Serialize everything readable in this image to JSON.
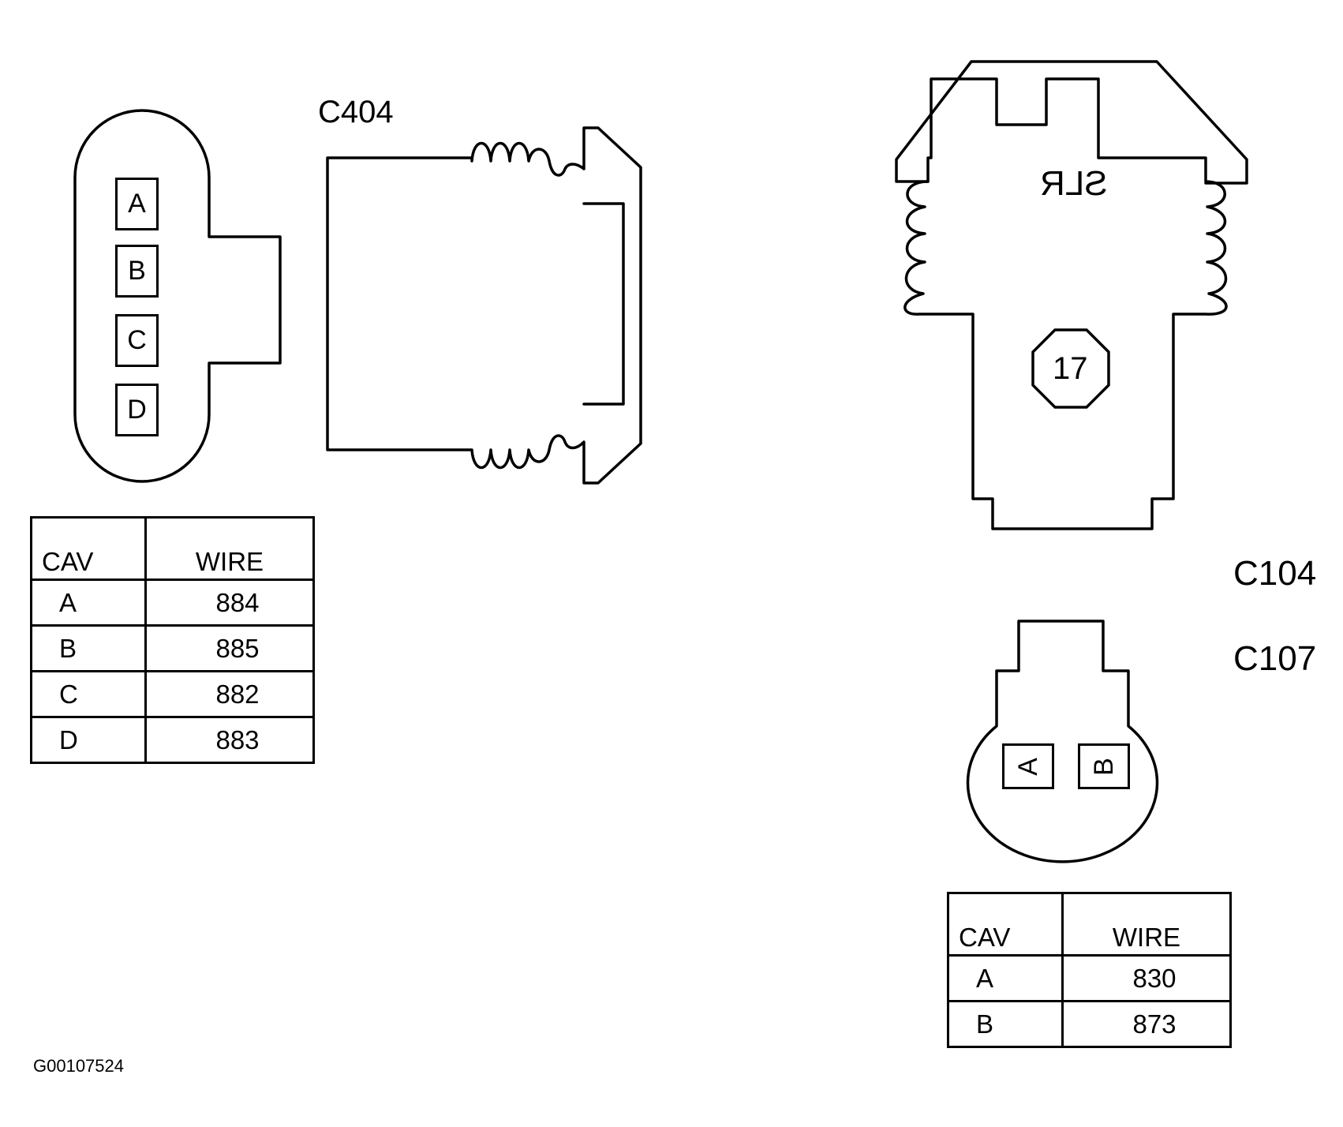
{
  "connectors": {
    "c404": {
      "label": "C404",
      "pins": [
        "A",
        "B",
        "C",
        "D"
      ],
      "table": {
        "headers": [
          "CAV",
          "WIRE"
        ],
        "rows": [
          {
            "cav": "A",
            "wire": "884"
          },
          {
            "cav": "B",
            "wire": "885"
          },
          {
            "cav": "C",
            "wire": "882"
          },
          {
            "cav": "D",
            "wire": "883"
          }
        ]
      }
    },
    "c104_c107": {
      "labels": [
        "C104",
        "C107"
      ],
      "marking": "SLR",
      "badge": "17",
      "pins": [
        "A",
        "B"
      ],
      "table": {
        "headers": [
          "CAV",
          "WIRE"
        ],
        "rows": [
          {
            "cav": "A",
            "wire": "830"
          },
          {
            "cav": "B",
            "wire": "873"
          }
        ]
      }
    }
  },
  "figure_id": "G00107524"
}
